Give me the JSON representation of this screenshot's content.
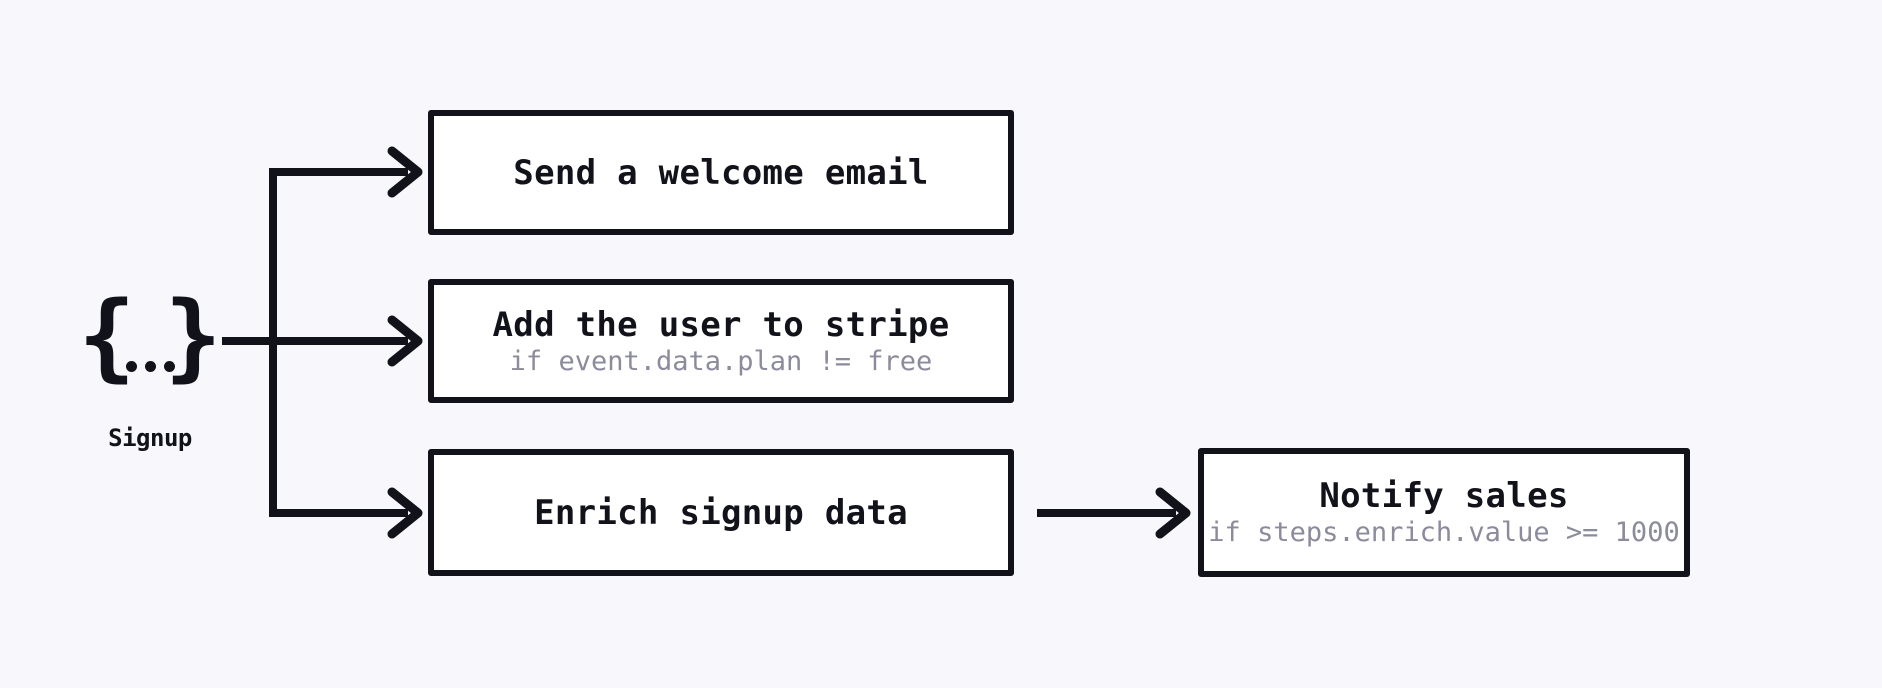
{
  "colors": {
    "background": "#f7f7fc",
    "ink": "#12121a",
    "muted": "#8b8b9c",
    "box_fill": "#ffffff"
  },
  "event": {
    "brace_left": "{",
    "brace_right": "}",
    "label": "Signup"
  },
  "steps": [
    {
      "title": "Send a welcome email"
    },
    {
      "title": "Add the user to stripe",
      "condition": "if event.data.plan != free"
    },
    {
      "title": "Enrich signup data"
    },
    {
      "title": "Notify sales",
      "condition": "if steps.enrich.value >= 1000"
    }
  ]
}
